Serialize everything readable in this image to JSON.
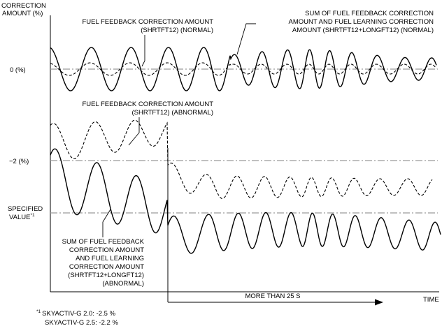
{
  "y_axis_label": [
    "CORRECTION",
    "AMOUNT (%)"
  ],
  "x_axis_label": "TIME",
  "level_labels": {
    "zero": "0 (%)",
    "minus2": "−2 (%)",
    "specified_main": "SPECIFIED",
    "specified_sub": "VALUE",
    "specified_sup": "*1"
  },
  "callouts": {
    "normal_short": [
      "FUEL FEEDBACK CORRECTION AMOUNT",
      "(SHRTFT12) (NORMAL)"
    ],
    "normal_sum": [
      "SUM OF FUEL FEEDBACK CORRECTION",
      "AMOUNT AND FUEL LEARNING CORRECTION",
      "AMOUNT (SHRTFT12+LONGFT12) (NORMAL)"
    ],
    "abnormal_short": [
      "FUEL FEEDBACK CORRECTION AMOUNT",
      "(SHRTFT12) (ABNORMAL)"
    ],
    "abnormal_sum": [
      "SUM OF FUEL FEEDBACK",
      "CORRECTION AMOUNT",
      "AND FUEL LEARNING",
      "CORRECTION AMOUNT",
      "(SHRTFT12+LONGFT12)",
      "(ABNORMAL)"
    ]
  },
  "duration_label": "MORE THAN 25 S",
  "footnote": {
    "marker": "*1",
    "lines": [
      "SKYACTIV-G 2.0: -2.5 %",
      "SKYACTIV-G 2.5: -2.2 %"
    ]
  }
}
